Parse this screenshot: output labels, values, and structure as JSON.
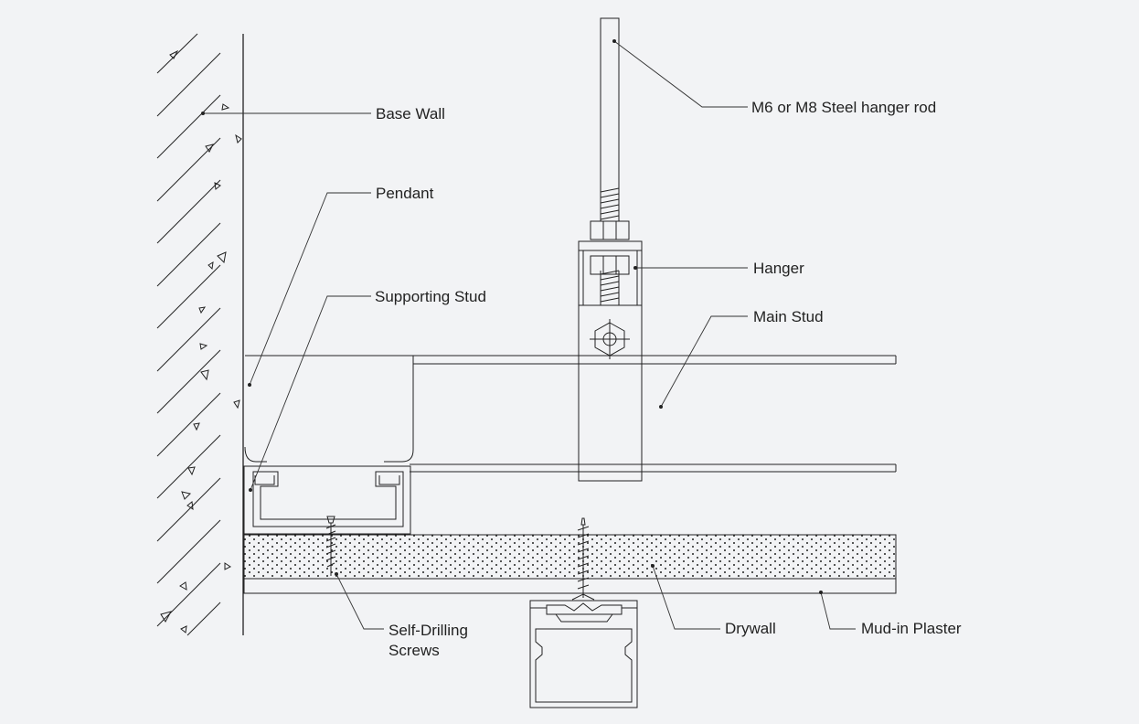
{
  "diagram": {
    "background": "#f2f3f5",
    "line_color": "#222222",
    "labels": {
      "base_wall": "Base Wall",
      "pendant": "Pendant",
      "supporting_stud": "Supporting Stud",
      "hanger_rod": "M6 or M8 Steel hanger rod",
      "hanger": "Hanger",
      "main_stud": "Main Stud",
      "screws_line1": "Self-Drilling",
      "screws_line2": "Screws",
      "drywall": "Drywall",
      "mud_in_plaster": "Mud-in Plaster"
    }
  }
}
